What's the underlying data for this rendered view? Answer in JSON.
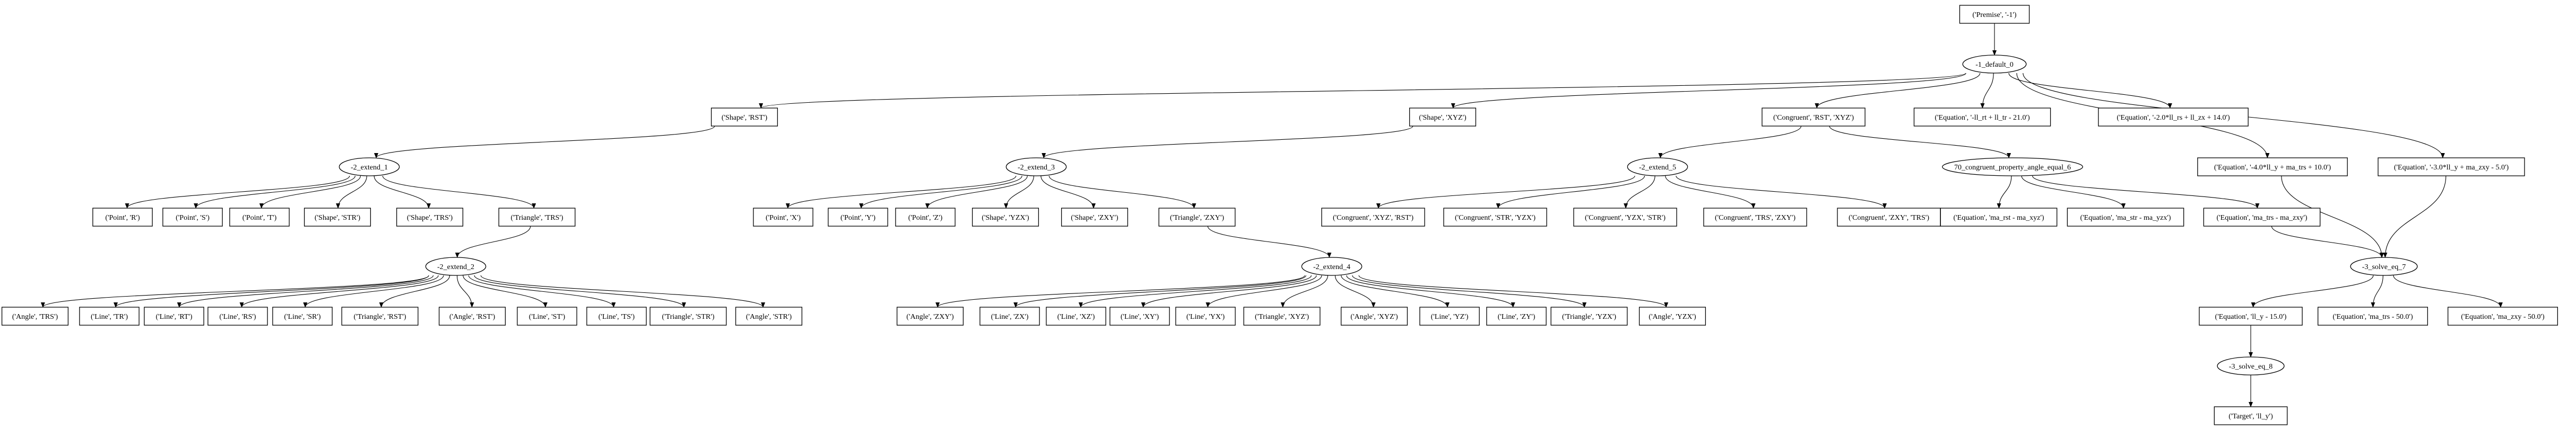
{
  "nodes": {
    "premise": "('Premise', '-1')",
    "default0": "-1_default_0",
    "shape_rst": "('Shape', 'RST')",
    "shape_xyz": "('Shape', 'XYZ')",
    "cong_rst_xyz": "('Congruent', 'RST', 'XYZ')",
    "eq_a": "('Equation', '-ll_rt + ll_tr - 21.0')",
    "eq_b": "('Equation', '-2.0*ll_rs + ll_zx + 14.0')",
    "eq_c": "('Equation', '-4.0*ll_y + ma_trs + 10.0')",
    "eq_d": "('Equation', '-3.0*ll_y + ma_zxy - 5.0')",
    "extend1": "-2_extend_1",
    "extend3": "-2_extend_3",
    "extend5": "-2_extend_5",
    "prop6": "70_congruent_property_angle_equal_6",
    "e1_p_r": "('Point', 'R')",
    "e1_p_s": "('Point', 'S')",
    "e1_p_t": "('Point', 'T')",
    "e1_s_str": "('Shape', 'STR')",
    "e1_s_trs": "('Shape', 'TRS')",
    "e1_tri_trs": "('Triangle', 'TRS')",
    "e3_p_x": "('Point', 'X')",
    "e3_p_y": "('Point', 'Y')",
    "e3_p_z": "('Point', 'Z')",
    "e3_s_yzx": "('Shape', 'YZX')",
    "e3_s_zxy": "('Shape', 'ZXY')",
    "e3_tri_zxy": "('Triangle', 'ZXY')",
    "e5_c1": "('Congruent', 'XYZ', 'RST')",
    "e5_c2": "('Congruent', 'STR', 'YZX')",
    "e5_c3": "('Congruent', 'YZX', 'STR')",
    "e5_c4": "('Congruent', 'TRS', 'ZXY')",
    "e5_c5": "('Congruent', 'ZXY', 'TRS')",
    "p6_e1": "('Equation', 'ma_rst - ma_xyz')",
    "p6_e2": "('Equation', 'ma_str - ma_yzx')",
    "p6_e3": "('Equation', 'ma_trs - ma_zxy')",
    "extend2": "-2_extend_2",
    "extend4": "-2_extend_4",
    "solve7": "-3_solve_eq_7",
    "e2_1": "('Angle', 'TRS')",
    "e2_2": "('Line', 'TR')",
    "e2_3": "('Line', 'RT')",
    "e2_4": "('Line', 'RS')",
    "e2_5": "('Line', 'SR')",
    "e2_6": "('Triangle', 'RST')",
    "e2_7": "('Angle', 'RST')",
    "e2_8": "('Line', 'ST')",
    "e2_9": "('Line', 'TS')",
    "e2_10": "('Triangle', 'STR')",
    "e2_11": "('Angle', 'STR')",
    "e4_1": "('Angle', 'ZXY')",
    "e4_2": "('Line', 'ZX')",
    "e4_3": "('Line', 'XZ')",
    "e4_4": "('Line', 'XY')",
    "e4_5": "('Line', 'YX')",
    "e4_6": "('Triangle', 'XYZ')",
    "e4_7": "('Angle', 'XYZ')",
    "e4_8": "('Line', 'YZ')",
    "e4_9": "('Line', 'ZY')",
    "e4_10": "('Triangle', 'YZX')",
    "e4_11": "('Angle', 'YZX')",
    "s7_e1": "('Equation', 'll_y - 15.0')",
    "s7_e2": "('Equation', 'ma_trs - 50.0')",
    "s7_e3": "('Equation', 'ma_zxy - 50.0')",
    "solve8": "-3_solve_eq_8",
    "target": "('Target', 'll_y')"
  },
  "edges": [
    [
      "premise",
      "default0"
    ],
    [
      "default0",
      "shape_rst"
    ],
    [
      "default0",
      "shape_xyz"
    ],
    [
      "default0",
      "cong_rst_xyz"
    ],
    [
      "default0",
      "eq_a"
    ],
    [
      "default0",
      "eq_b"
    ],
    [
      "default0",
      "eq_c"
    ],
    [
      "default0",
      "eq_d"
    ],
    [
      "shape_rst",
      "extend1"
    ],
    [
      "shape_xyz",
      "extend3"
    ],
    [
      "cong_rst_xyz",
      "extend5"
    ],
    [
      "cong_rst_xyz",
      "prop6"
    ],
    [
      "extend1",
      "e1_p_r"
    ],
    [
      "extend1",
      "e1_p_s"
    ],
    [
      "extend1",
      "e1_p_t"
    ],
    [
      "extend1",
      "e1_s_str"
    ],
    [
      "extend1",
      "e1_s_trs"
    ],
    [
      "extend1",
      "e1_tri_trs"
    ],
    [
      "extend3",
      "e3_p_x"
    ],
    [
      "extend3",
      "e3_p_y"
    ],
    [
      "extend3",
      "e3_p_z"
    ],
    [
      "extend3",
      "e3_s_yzx"
    ],
    [
      "extend3",
      "e3_s_zxy"
    ],
    [
      "extend3",
      "e3_tri_zxy"
    ],
    [
      "extend5",
      "e5_c1"
    ],
    [
      "extend5",
      "e5_c2"
    ],
    [
      "extend5",
      "e5_c3"
    ],
    [
      "extend5",
      "e5_c4"
    ],
    [
      "extend5",
      "e5_c5"
    ],
    [
      "prop6",
      "p6_e1"
    ],
    [
      "prop6",
      "p6_e2"
    ],
    [
      "prop6",
      "p6_e3"
    ],
    [
      "e1_tri_trs",
      "extend2"
    ],
    [
      "e3_tri_zxy",
      "extend4"
    ],
    [
      "extend2",
      "e2_1"
    ],
    [
      "extend2",
      "e2_2"
    ],
    [
      "extend2",
      "e2_3"
    ],
    [
      "extend2",
      "e2_4"
    ],
    [
      "extend2",
      "e2_5"
    ],
    [
      "extend2",
      "e2_6"
    ],
    [
      "extend2",
      "e2_7"
    ],
    [
      "extend2",
      "e2_8"
    ],
    [
      "extend2",
      "e2_9"
    ],
    [
      "extend2",
      "e2_10"
    ],
    [
      "extend2",
      "e2_11"
    ],
    [
      "extend4",
      "e4_1"
    ],
    [
      "extend4",
      "e4_2"
    ],
    [
      "extend4",
      "e4_3"
    ],
    [
      "extend4",
      "e4_4"
    ],
    [
      "extend4",
      "e4_5"
    ],
    [
      "extend4",
      "e4_6"
    ],
    [
      "extend4",
      "e4_7"
    ],
    [
      "extend4",
      "e4_8"
    ],
    [
      "extend4",
      "e4_9"
    ],
    [
      "extend4",
      "e4_10"
    ],
    [
      "extend4",
      "e4_11"
    ],
    [
      "p6_e3",
      "solve7"
    ],
    [
      "eq_c",
      "solve7"
    ],
    [
      "eq_d",
      "solve7"
    ],
    [
      "solve7",
      "s7_e1"
    ],
    [
      "solve7",
      "s7_e2"
    ],
    [
      "solve7",
      "s7_e3"
    ],
    [
      "s7_e1",
      "solve8"
    ],
    [
      "solve8",
      "target"
    ]
  ]
}
